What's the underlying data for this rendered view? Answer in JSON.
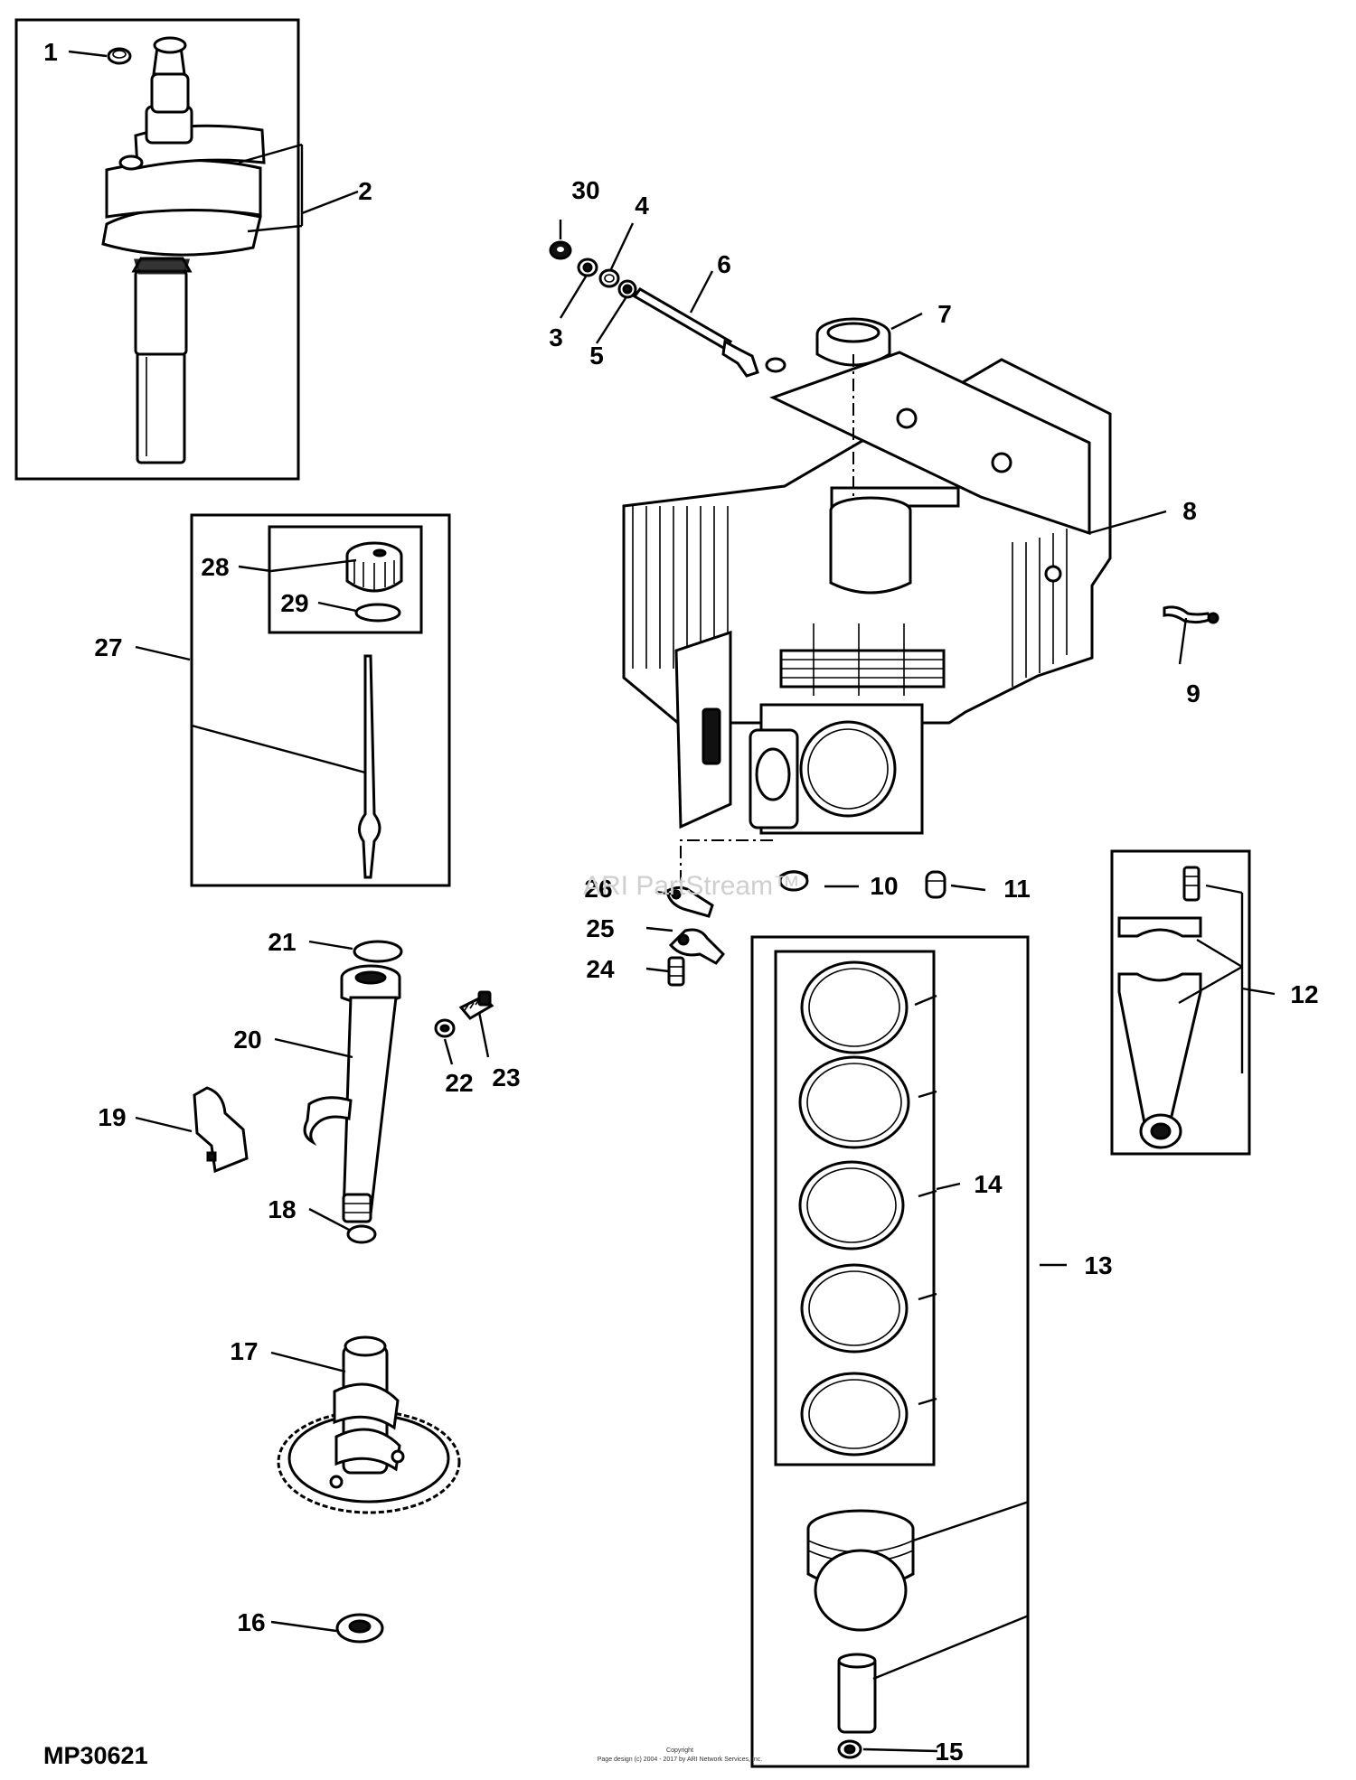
{
  "diagram_code": "MP30621",
  "watermark": "ARI PartStream™",
  "copyright": {
    "line1": "Copyright",
    "line2": "Page design (c) 2004 - 2017 by ARI Network Services, Inc."
  },
  "callouts": [
    {
      "id": "1",
      "label": "1"
    },
    {
      "id": "2",
      "label": "2"
    },
    {
      "id": "3",
      "label": "3"
    },
    {
      "id": "4",
      "label": "4"
    },
    {
      "id": "5",
      "label": "5"
    },
    {
      "id": "6",
      "label": "6"
    },
    {
      "id": "7",
      "label": "7"
    },
    {
      "id": "8",
      "label": "8"
    },
    {
      "id": "9",
      "label": "9"
    },
    {
      "id": "10",
      "label": "10"
    },
    {
      "id": "11",
      "label": "11"
    },
    {
      "id": "12",
      "label": "12"
    },
    {
      "id": "13",
      "label": "13"
    },
    {
      "id": "14",
      "label": "14"
    },
    {
      "id": "15",
      "label": "15"
    },
    {
      "id": "16",
      "label": "16"
    },
    {
      "id": "17",
      "label": "17"
    },
    {
      "id": "18",
      "label": "18"
    },
    {
      "id": "19",
      "label": "19"
    },
    {
      "id": "20",
      "label": "20"
    },
    {
      "id": "21",
      "label": "21"
    },
    {
      "id": "22",
      "label": "22"
    },
    {
      "id": "23",
      "label": "23"
    },
    {
      "id": "24",
      "label": "24"
    },
    {
      "id": "25",
      "label": "25"
    },
    {
      "id": "26",
      "label": "26"
    },
    {
      "id": "27",
      "label": "27"
    },
    {
      "id": "28",
      "label": "28"
    },
    {
      "id": "29",
      "label": "29"
    },
    {
      "id": "30",
      "label": "30"
    }
  ]
}
